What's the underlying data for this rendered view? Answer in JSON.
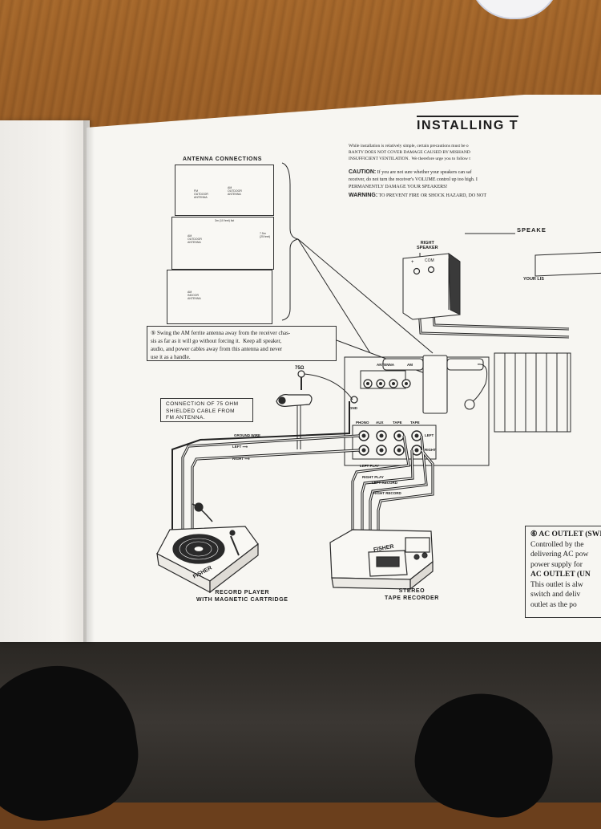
{
  "page": {
    "title": "INSTALLING T",
    "intro_lines": [
      "While installation is relatively simple, certain precautions must be o",
      "RANTY DOES NOT COVER DAMAGE CAUSED BY MISHAND",
      "INSUFFICIENT VENTILATION.  We therefore urge you to follow t"
    ],
    "caution_label": "CAUTION:",
    "caution_lines": [
      " If you are not sure whether your speakers can saf",
      "receiver, do not turn the receiver's VOLUME control up too high. I",
      "PERMANENTLY DAMAGE YOUR SPEAKERS!"
    ],
    "warning_label": "WARNING:",
    "warning_text": " TO PREVENT FIRE OR SHOCK HAZARD, DO NOT",
    "speakers_header": "SPEAKE",
    "right_speaker": "RIGHT\nSPEAKER",
    "your_listening": "YOUR LIS",
    "plus": "+",
    "com": "COM"
  },
  "antenna": {
    "title": "ANTENNA  CONNECTIONS",
    "panel1": {
      "fm_outdoor": "FM\nOUTDOOR\nANTENNA",
      "am_outdoor": "AM\nOUTDOOR\nANTENNA"
    },
    "panel2": {
      "am_antenna": "AM\nOUTDOOR\nANTENNA",
      "length": "3m (10 feet) list",
      "height": "7.5m\n(25 feet)"
    },
    "panel3": {
      "am_indoor": "AM\nINDOOR\nANTENNA"
    }
  },
  "note5": {
    "number": "⑤",
    "lines": [
      "Swing the AM ferrite antenna away from the receiver chas-",
      "sis as far as it will go without forcing it.  Keep all speaker,",
      "audio, and power cables away from this antenna and never",
      "use it as a handle."
    ]
  },
  "ohm_label": "75Ω",
  "connection_note": "CONNECTION OF 75 OHM\nSHIELDED CABLE FROM\nFM ANTENNA.",
  "receiver_panel": {
    "antenna": "ANTENNA",
    "am": "AM",
    "gnd": "GND",
    "phono": "PHONO",
    "aux": "AUX",
    "tape": "TAPE",
    "tape2": "TAPE",
    "left": "LEFT",
    "right": "RIGHT"
  },
  "cables": {
    "ground_wire": "GROUND WIRE",
    "left": "LEFT ⟶",
    "right": "RIGHT ⟶",
    "left_play": "LEFT PLAY",
    "right_play": "RIGHT PLAY",
    "left_record": "LEFT RECORD",
    "right_record": "RIGHT RECORD"
  },
  "record_player": {
    "brand": "FISHER",
    "caption": "RECORD PLAYER\nWITH MAGNETIC CARTRIDGE"
  },
  "tape_recorder": {
    "brand": "FISHER",
    "caption": "STEREO\nTAPE RECORDER"
  },
  "ac_outlet": {
    "lines": [
      "⑥ AC OUTLET (SWI",
      "   Controlled by the",
      "   delivering AC pow",
      "   power supply for",
      "   AC OUTLET (UN",
      "   This outlet is alw",
      "   switch and deliv",
      "   outlet as the po"
    ]
  }
}
